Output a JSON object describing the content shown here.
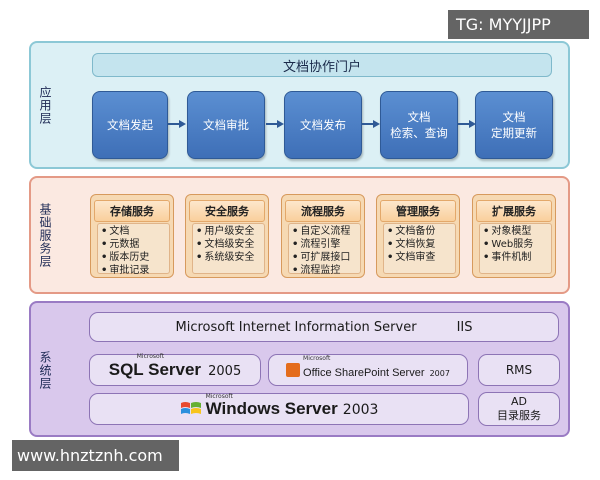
{
  "watermark_top": "TG: MYYJJPP",
  "watermark_bottom": "www.hnztznh.com",
  "app_layer": {
    "label": "应用层",
    "portal": "文档协作门户",
    "flow": [
      {
        "line1": "文档发起",
        "line2": ""
      },
      {
        "line1": "文档审批",
        "line2": ""
      },
      {
        "line1": "文档发布",
        "line2": ""
      },
      {
        "line1": "文档",
        "line2": "检索、查询"
      },
      {
        "line1": "文档",
        "line2": "定期更新"
      }
    ]
  },
  "base_layer": {
    "label": "基础服务层",
    "services": [
      {
        "title": "存储服务",
        "items": [
          "文档",
          "元数据",
          "版本历史",
          "审批记录"
        ]
      },
      {
        "title": "安全服务",
        "items": [
          "用户级安全",
          "文档级安全",
          "系统级安全"
        ]
      },
      {
        "title": "流程服务",
        "items": [
          "自定义流程",
          "流程引擎",
          "可扩展接口",
          "流程监控"
        ]
      },
      {
        "title": "管理服务",
        "items": [
          "文档备份",
          "文档恢复",
          "文档审查"
        ]
      },
      {
        "title": "扩展服务",
        "items": [
          "对象模型",
          "Web服务",
          "事件机制"
        ]
      }
    ]
  },
  "system_layer": {
    "label": "系统层",
    "iis_name": "Microsoft Internet Information Server",
    "iis_abbr": "IIS",
    "sql_brand": "Microsoft",
    "sql_name": "SQL Server",
    "sql_version": "2005",
    "sp_brand": "Microsoft",
    "sp_name": "Office SharePoint Server",
    "sp_version": "2007",
    "rms": "RMS",
    "win_brand": "Microsoft",
    "win_name": "Windows Server",
    "win_version": "2003",
    "ad_line1": "AD",
    "ad_line2": "目录服务"
  },
  "colors": {
    "app_bg": "#dcf0f5",
    "base_bg": "#fbe9e1",
    "system_bg": "#d9c8ec",
    "flow_box": "#4a7dc4",
    "service_box": "#f6d9b3"
  }
}
